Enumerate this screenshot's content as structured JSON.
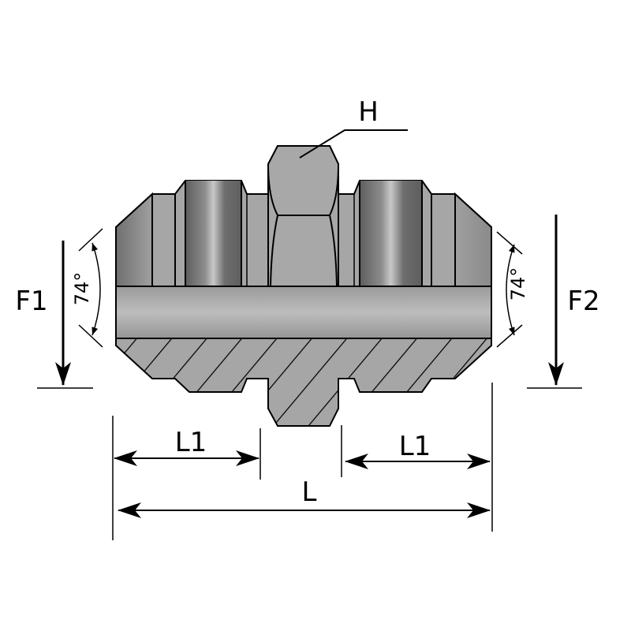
{
  "labels": {
    "hex": "H",
    "force_left": "F1",
    "force_right": "F2",
    "angle_left": "74°",
    "angle_right": "74°",
    "length_left": "L1",
    "length_right": "L1",
    "length_total": "L"
  },
  "colors": {
    "body": "#a6a6a6",
    "body_dark": "#7a7a7a",
    "outline": "#000000"
  }
}
